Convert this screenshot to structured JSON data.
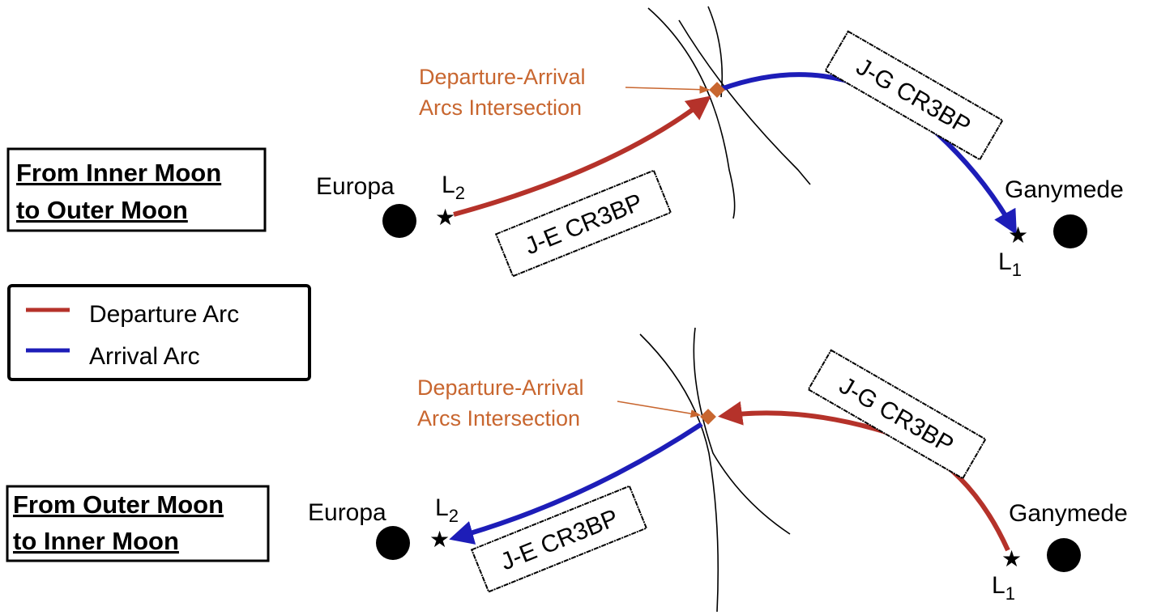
{
  "colors": {
    "departure": "#b5322a",
    "arrival": "#1d1db8",
    "annotation": "#c8662f",
    "ink": "#000000"
  },
  "legend": {
    "departure_label": "Departure Arc",
    "arrival_label": "Arrival Arc"
  },
  "panels": {
    "top": {
      "title_line1": "From Inner Moon",
      "title_line2": "to Outer Moon",
      "inner_moon": "Europa",
      "outer_moon": "Ganymede",
      "inner_point": "L",
      "inner_point_sub": "2",
      "outer_point": "L",
      "outer_point_sub": "1",
      "inner_system_tag": "J-E CR3BP",
      "outer_system_tag": "J-G CR3BP",
      "intersection_line1": "Departure-Arrival",
      "intersection_line2": "Arcs Intersection"
    },
    "bottom": {
      "title_line1": "From Outer Moon",
      "title_line2": "to Inner Moon",
      "inner_moon": "Europa",
      "outer_moon": "Ganymede",
      "inner_point": "L",
      "inner_point_sub": "2",
      "outer_point": "L",
      "outer_point_sub": "1",
      "inner_system_tag": "J-E CR3BP",
      "outer_system_tag": "J-G CR3BP",
      "intersection_line1": "Departure-Arrival",
      "intersection_line2": "Arcs Intersection"
    }
  }
}
